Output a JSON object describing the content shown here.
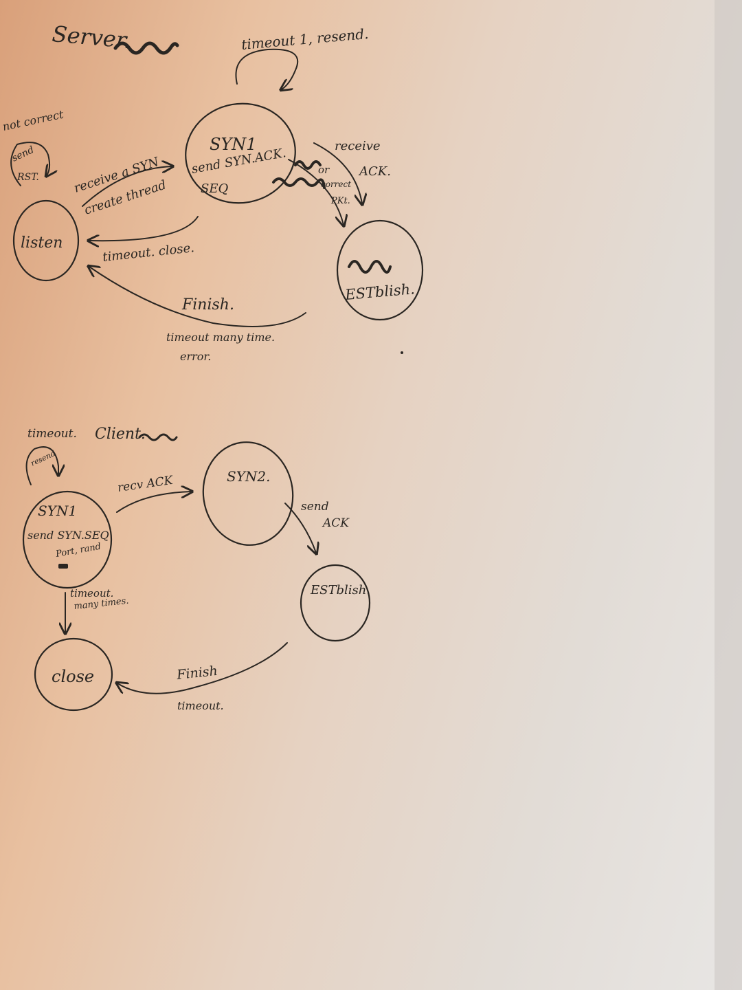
{
  "server": {
    "title": "Server.",
    "states": {
      "listen": "listen",
      "syn1": "SYN1",
      "syn1_action_1": "send SYN.ACK.",
      "syn1_action_2": "SEQ",
      "establish": "ESTblish."
    },
    "labels": {
      "not_correct": "not correct",
      "send": "send",
      "rst": "RST.",
      "receive_syn": "receive a SYN",
      "create_thread": "create thread",
      "timeout_resend": "timeout 1, resend.",
      "receive": "receive",
      "ack": "ACK.",
      "or": "or",
      "correct": "correct",
      "pkt": "PKt.",
      "timeout_close": "timeout. close.",
      "finish": "Finish.",
      "timeout_many": "timeout many time.",
      "error": "error."
    }
  },
  "client": {
    "title": "Client.",
    "states": {
      "syn1": "SYN1",
      "syn1_action_1": "send SYN.SEQ",
      "syn1_action_2": "Port, rand",
      "syn2": "SYN2.",
      "establish": "ESTblish.",
      "close": "close"
    },
    "labels": {
      "timeout": "timeout.",
      "resend": "resend",
      "recv_ack": "recv ACK",
      "send": "send",
      "ack": "ACK",
      "timeout_1": "timeout.",
      "many_times": "many times.",
      "finish": "Finish",
      "timeout_2": "timeout."
    }
  },
  "colors": {
    "ink": "#2a2622",
    "paper_warm": "#d9a07a",
    "paper_cool": "#e8e6e4"
  }
}
